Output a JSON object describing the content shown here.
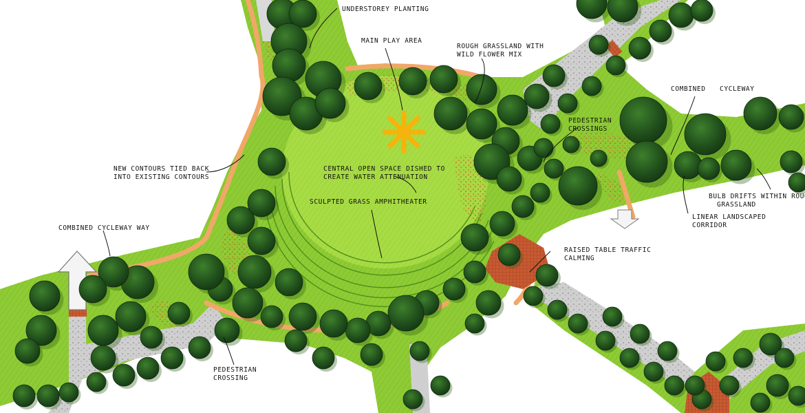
{
  "palette": {
    "grass_light": "#9cd43a",
    "grass_mid": "#7cc02c",
    "grass_dark": "#5ea61e",
    "path_grey": "#c9c9c9",
    "edge_orange": "#f0a868",
    "crossing_red": "#c85a32",
    "tree_dark": "#1f4d1f",
    "tree_mid": "#2f6a26",
    "sun_yellow": "#f5b30c",
    "arrow_white": "#f4f4f4",
    "wildflower": "#c8862a"
  },
  "labels": {
    "understorey": "UNDERSTOREY PLANTING",
    "main_play": "MAIN PLAY AREA",
    "rough_grass_1": "ROUGH GRASSLAND WITH",
    "rough_grass_2": "WILD FLOWER MIX",
    "cycleway_combined_1": "COMBINED",
    "cycleway_combined_2": "CYCLEWAY",
    "ped_crossing_top_1": "PEDESTRIAN",
    "ped_crossing_top_2": "CROSSINGS",
    "new_contours_1": "NEW CONTOURS TIED BACK",
    "new_contours_2": "INTO EXISTING CONTOURS",
    "central_open_1": "CENTRAL OPEN SPACE DISHED TO",
    "central_open_2": "CREATE WATER ATTENUATION",
    "amphitheater": "SCULPTED GRASS AMPHITHEATER",
    "bulb_drifts_1": "BULB DRIFTS WITHIN ROUGH",
    "bulb_drifts_2": "GRASSLAND",
    "linear_corridor_1": "LINEAR LANDSCAPED",
    "linear_corridor_2": "CORRIDOR",
    "cycleway_way": "COMBINED CYCLEWAY WAY",
    "raised_table_1": "RAISED TABLE TRAFFIC",
    "raised_table_2": "CALMING",
    "ped_crossing_bottom_1": "PEDESTRIAN",
    "ped_crossing_bottom_2": "CROSSING"
  }
}
